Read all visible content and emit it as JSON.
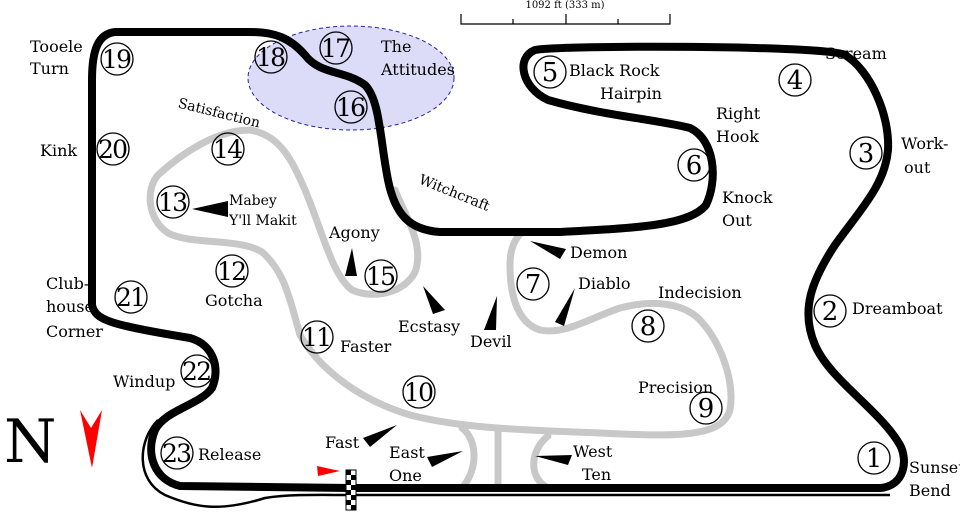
{
  "scale": {
    "label": "1092 ft (333 m)"
  },
  "compass": {
    "label": "N"
  },
  "colors": {
    "track": "#000000",
    "infield": "#c8c8c8",
    "highlight": "#dcdcf8",
    "highlight_border": "#2222aa",
    "arrow_red": "#ff0000"
  },
  "turns": [
    {
      "n": "1",
      "name": "Sunset Bend"
    },
    {
      "n": "2",
      "name": "Dreamboat"
    },
    {
      "n": "3",
      "name": "Work-out"
    },
    {
      "n": "4",
      "name": "Scream"
    },
    {
      "n": "5",
      "name": "Black Rock Hairpin"
    },
    {
      "n": "6",
      "name": "Right Hook / Knock Out"
    },
    {
      "n": "7",
      "name": "Diablo"
    },
    {
      "n": "8",
      "name": "Indecision"
    },
    {
      "n": "9",
      "name": "Precision"
    },
    {
      "n": "10",
      "name": ""
    },
    {
      "n": "11",
      "name": "Faster"
    },
    {
      "n": "12",
      "name": "Gotcha"
    },
    {
      "n": "13",
      "name": "Mabey Y'll Makit"
    },
    {
      "n": "14",
      "name": "Satisfaction"
    },
    {
      "n": "15",
      "name": "Agony"
    },
    {
      "n": "16",
      "name": ""
    },
    {
      "n": "17",
      "name": "The Attitudes"
    },
    {
      "n": "18",
      "name": ""
    },
    {
      "n": "19",
      "name": "Tooele Turn"
    },
    {
      "n": "20",
      "name": "Kink"
    },
    {
      "n": "21",
      "name": "Club-house Corner"
    },
    {
      "n": "22",
      "name": "Windup"
    },
    {
      "n": "23",
      "name": "Release"
    }
  ],
  "labels": {
    "tooele1": "Tooele",
    "tooele2": "Turn",
    "kink": "Kink",
    "club1": "Club-",
    "club2": "house",
    "club3": "Corner",
    "windup": "Windup",
    "release": "Release",
    "satisfaction": "Satisfaction",
    "mabey1": "Mabey",
    "mabey2": "Y'll Makit",
    "gotcha": "Gotcha",
    "agony": "Agony",
    "ecstasy": "Ecstasy",
    "faster": "Faster",
    "devil": "Devil",
    "demon": "Demon",
    "diablo": "Diablo",
    "indecision": "Indecision",
    "precision": "Precision",
    "fast": "Fast",
    "east1": "East",
    "east2": "One",
    "west1": "West",
    "west2": "Ten",
    "witchcraft": "Witchcraft",
    "attitudes1": "The",
    "attitudes2": "Attitudes",
    "blackrock1": "Black Rock",
    "blackrock2": "Hairpin",
    "righthook1": "Right",
    "righthook2": "Hook",
    "knockout1": "Knock",
    "knockout2": "Out",
    "scream": "Scream",
    "workout1": "Work-",
    "workout2": "out",
    "dreamboat": "Dreamboat",
    "sunset1": "Sunset",
    "sunset2": "Bend"
  }
}
